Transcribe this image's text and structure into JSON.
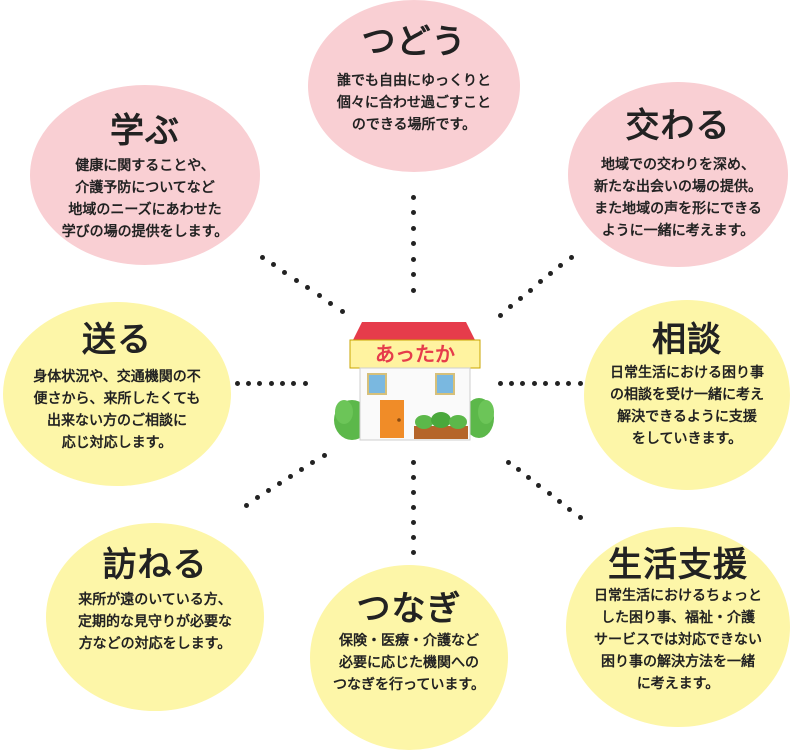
{
  "center": {
    "label": "あったか"
  },
  "bubbles": {
    "tsudou": {
      "title": "つどう",
      "lines": [
        "誰でも自由にゆっくりと",
        "個々に合わせ過ごすこと",
        "のできる場所です。"
      ]
    },
    "manabu": {
      "title": "学ぶ",
      "lines": [
        "健康に関することや、",
        "介護予防についてなど",
        "地域のニーズにあわせた",
        "学びの場の提供をします。"
      ]
    },
    "majiwaru": {
      "title": "交わる",
      "lines": [
        "地域での交わりを深め、",
        "新たな出会いの場の提供。",
        "また地域の声を形にできる",
        "ように一緒に考えます。"
      ]
    },
    "okuru": {
      "title": "送る",
      "lines": [
        "身体状況や、交通機関の不",
        "便さから、来所したくても",
        "出来ない方のご相談に",
        "応じ対応します。"
      ]
    },
    "soudan": {
      "title": "相談",
      "lines": [
        "日常生活における困り事",
        "の相談を受け一緒に考え",
        "解決できるように支援",
        "をしていきます。"
      ]
    },
    "tazuneru": {
      "title": "訪ねる",
      "lines": [
        "来所が遠のいている方、",
        "定期的な見守りが必要な",
        "方などの対応をします。"
      ]
    },
    "tsunagi": {
      "title": "つなぎ",
      "lines": [
        "保険・医療・介護など",
        "必要に応じた機関への",
        "つなぎを行っています。"
      ]
    },
    "seikatsu": {
      "title": "生活支援",
      "lines": [
        "日常生活におけるちょっと",
        "した困り事、福祉・介護",
        "サービスでは対応できない",
        "困り事の解決方法を一緒",
        "に考えます。"
      ]
    }
  },
  "colors": {
    "pink": "#f9cfd3",
    "yellow": "#fdf6a8",
    "text": "#222222",
    "roof": "#e63c4b",
    "door": "#f08c28",
    "window": "#7ab8e0",
    "bush": "#5cb84a"
  }
}
